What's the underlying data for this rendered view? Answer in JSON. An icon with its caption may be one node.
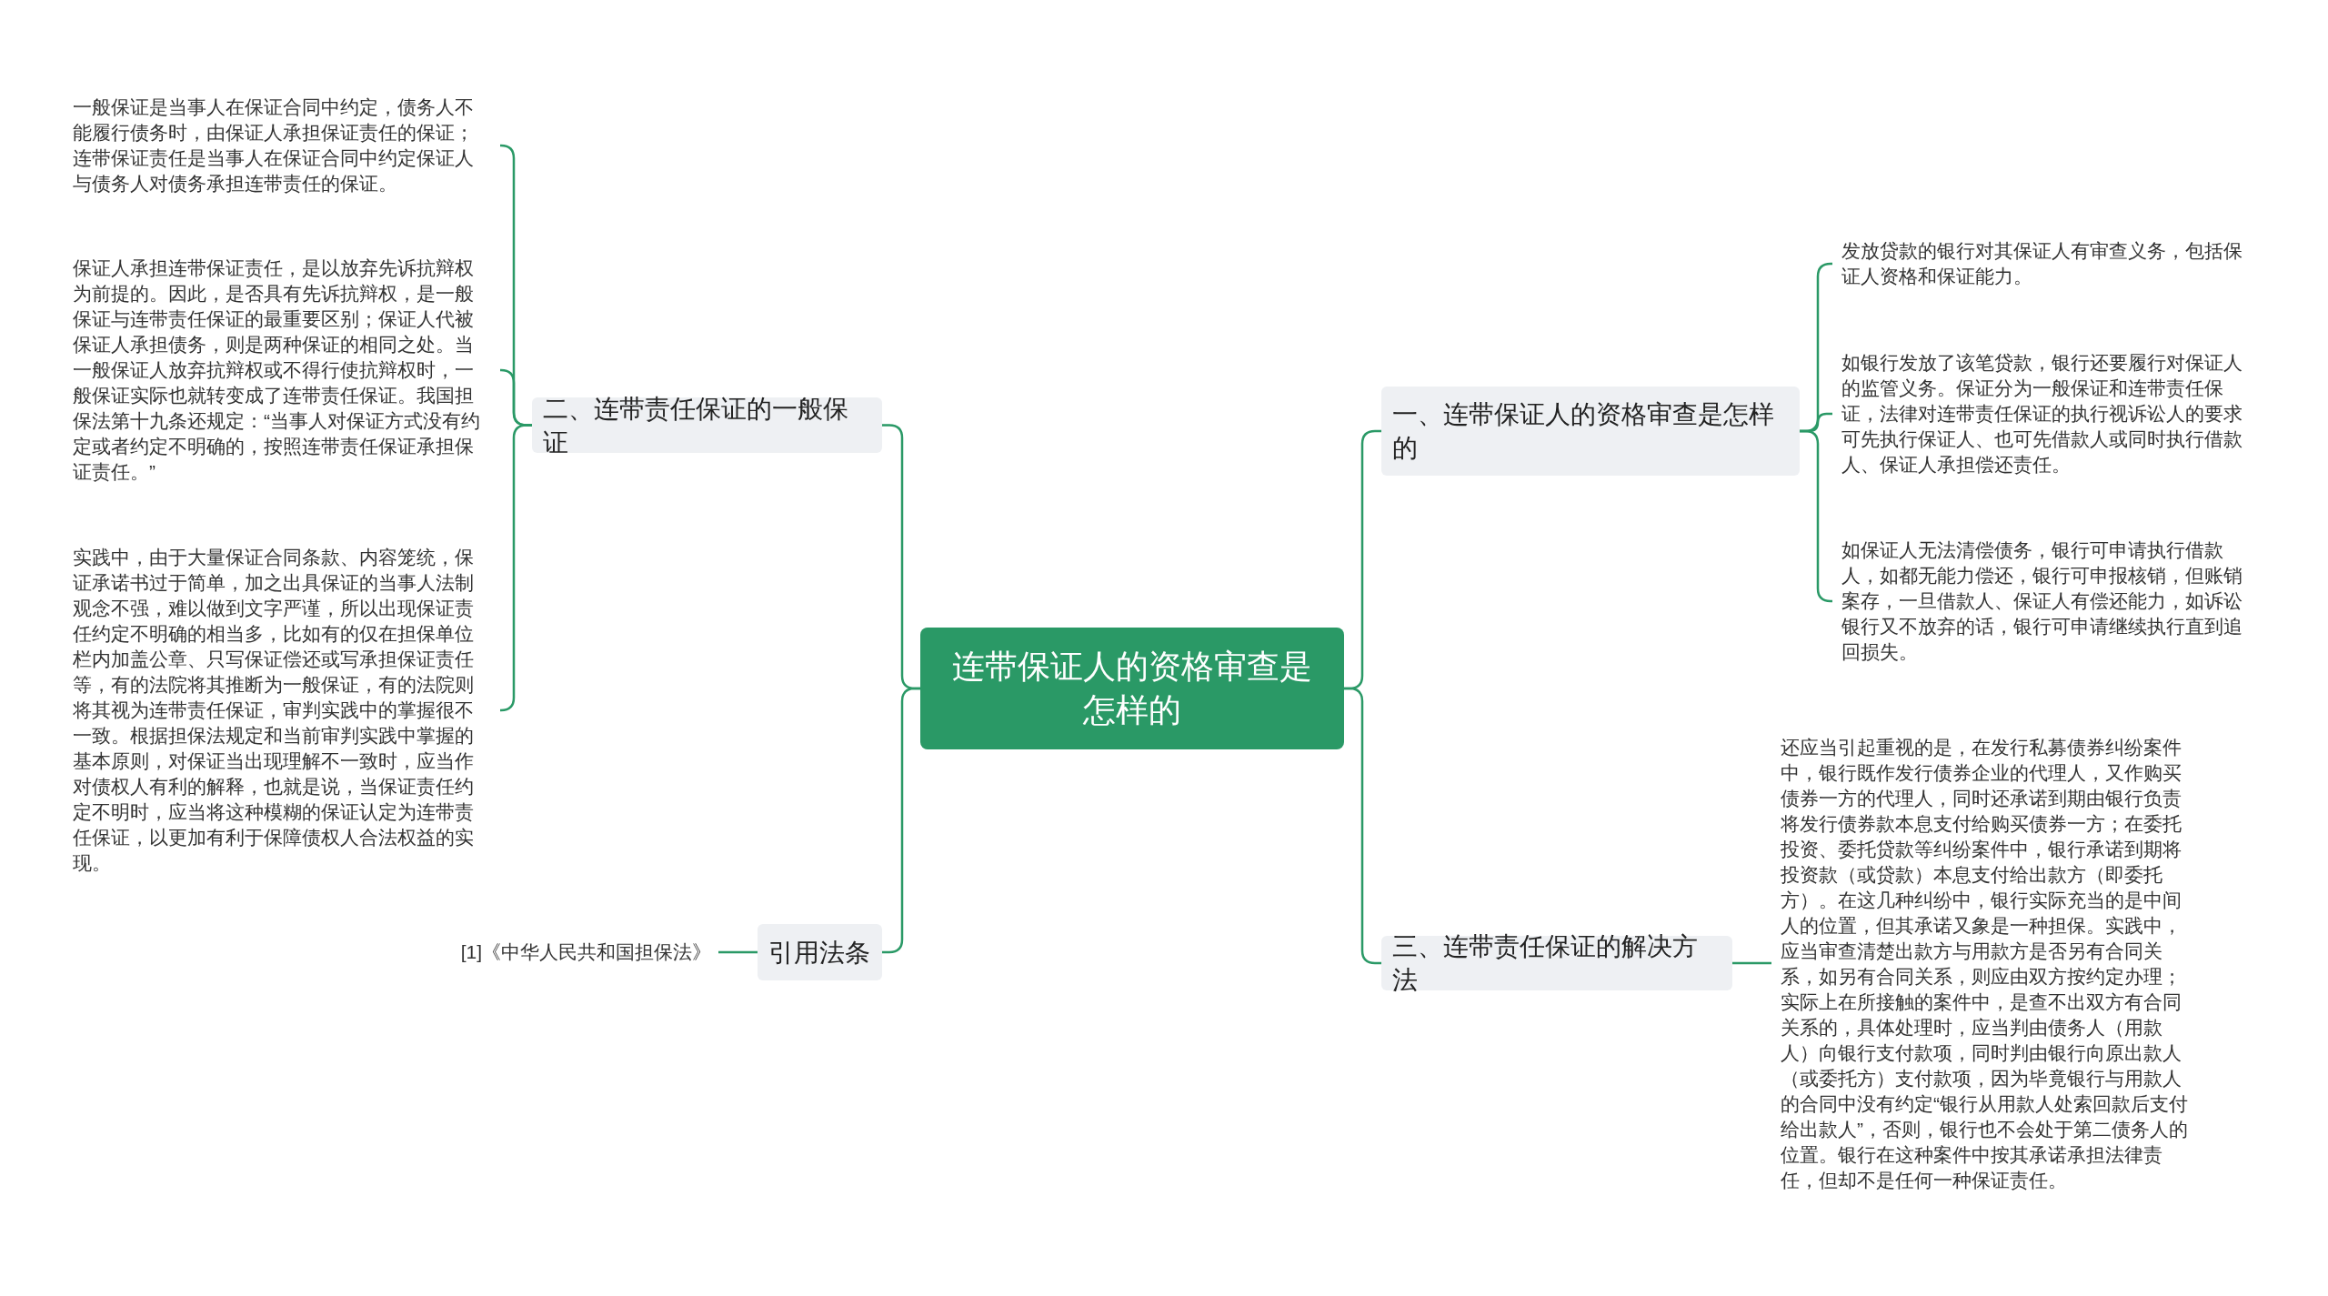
{
  "diagram": {
    "nodes": [
      {
        "text": [
          "连带保证人的资格审查是怎样的"
        ]
      },
      {
        "text": [
          "一、连带保证人的资格审查是怎样的"
        ]
      },
      {
        "text": [
          "发放贷款的银行对其保证人有审查义务，包括保证人资格和保证能力。"
        ]
      },
      {
        "text": [
          "如银行发放了该笔贷款，银行还要履行对保证人的监管义务。保证分为一般保证和连带责任保证，法律对连带责任保证的执行视诉讼人的要求可先执行保证人、也可先借款人或同时执行借款人、保证人承担偿还责任。"
        ]
      },
      {
        "text": [
          "如保证人无法清偿债务，银行可申请执行借款人，如都无能力偿还，银行可申报核销，但账销案存，一旦借款人、保证人有偿还能力，如诉讼银行又不放弃的话，银行可申请继续执行直到追回损失。"
        ]
      },
      {
        "text": [
          "三、连带责任保证的解决方法"
        ]
      },
      {
        "text": [
          "还应当引起重视的是，在发行私募债券纠纷案件中，银行既作发行债券企业的代理人，又作购买债券一方的代理人，同时还承诺到期由银行负责将发行债券款本息支付给购买债券一方；在委托投资、委托贷款等纠纷案件中，银行承诺到期将投资款（或贷款）本息支付给出款方（即委托方）。在这几种纠纷中，银行实际充当的是中间人的位置，但其承诺又象是一种担保。实践中，应当审查清楚出款方与用款方是否另有合同关系，如另有合同关系，则应由双方按约定办理；实际上在所接触的案件中，是查不出双方有合同关系的，具体处理时，应当判由债务人（用款人）向银行支付款项，同时判由银行向原出款人（或委托方）支付款项，因为毕竟银行与用款人的合同中没有约定“银行从用款人处索回款后支付给出款人”，否则，银行也不会处于第二债务人的位置。银行在这种案件中按其承诺承担法律责任，但却不是任何一种保证责任。"
        ]
      },
      {
        "text": [
          "二、连带责任保证的一般保证"
        ]
      },
      {
        "text": [
          "一般保证是当事人在保证合同中约定，债务人不能履行债务时，由保证人承担保证责任的保证；连带保证责任是当事人在保证合同中约定保证人与债务人对债务承担连带责任的保证。"
        ]
      },
      {
        "text": [
          "保证人承担连带保证责任，是以放弃先诉抗辩权为前提的。因此，是否具有先诉抗辩权，是一般保证与连带责任保证的最重要区别；保证人代被保证人承担债务，则是两种保证的相同之处。当一般保证人放弃抗辩权或不得行使抗辩权时，一般保证实际也就转变成了连带责任保证。我国担保法第十九条还规定：“当事人对保证方式没有约定或者约定不明确的，按照连带责任保证承担保证责任。”"
        ]
      },
      {
        "text": [
          "实践中，由于大量保证合同条款、内容笼统，保证承诺书过于简单，加之出具保证的当事人法制观念不强，难以做到文字严谨，所以出现保证责任约定不明确的相当多，比如有的仅在担保单位栏内加盖公章、只写保证偿还或写承担保证责任等，有的法院将其推断为一般保证，有的法院则将其视为连带责任保证，审判实践中的掌握很不一致。根据担保法规定和当前审判实践中掌握的基本原则，对保证当出现理解不一致时，应当作对债权人有利的解释，也就是说，当保证责任约定不明时，应当将这种模糊的保证认定为连带责任保证，以更加有利于保障债权人合法权益的实现。"
        ]
      },
      {
        "text": [
          "引用法条"
        ]
      },
      {
        "text": [
          "[1]《中华人民共和国担保法》"
        ]
      }
    ],
    "edges": [
      {
        "from": 0,
        "to": 1,
        "arrow": "none"
      },
      {
        "from": 1,
        "to": 2,
        "arrow": "none"
      },
      {
        "from": 1,
        "to": 3,
        "arrow": "none"
      },
      {
        "from": 1,
        "to": 4,
        "arrow": "none"
      },
      {
        "from": 0,
        "to": 5,
        "arrow": "none"
      },
      {
        "from": 5,
        "to": 6,
        "arrow": "none"
      },
      {
        "from": 0,
        "to": 7,
        "arrow": "none"
      },
      {
        "from": 7,
        "to": 8,
        "arrow": "none"
      },
      {
        "from": 7,
        "to": 9,
        "arrow": "none"
      },
      {
        "from": 7,
        "to": 10,
        "arrow": "none"
      },
      {
        "from": 0,
        "to": 11,
        "arrow": "none"
      },
      {
        "from": 11,
        "to": 12,
        "arrow": "none"
      }
    ]
  }
}
